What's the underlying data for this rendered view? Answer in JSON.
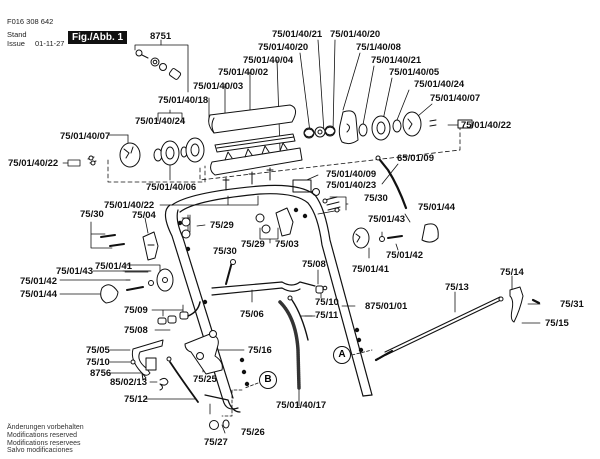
{
  "header": {
    "doc_number": "F016 308 642",
    "stand_label": "Stand",
    "issue_label": "Issue",
    "issue_date": "01-11-27",
    "figure_label": "Fig./Abb. 1"
  },
  "notes": [
    "Änderungen vorbehalten",
    "Modifications reserved",
    "Modifications reservees",
    "Salvo modificaciones"
  ],
  "callouts": [
    "A",
    "B"
  ],
  "part_labels": [
    {
      "id": "8751",
      "text": "8751"
    },
    {
      "id": "75-01-40-18-top",
      "text": "75/01/40/18"
    },
    {
      "id": "75-01-40-03",
      "text": "75/01/40/03"
    },
    {
      "id": "75-01-40-02",
      "text": "75/01/40/02"
    },
    {
      "id": "75-01-40-04",
      "text": "75/01/40/04"
    },
    {
      "id": "75-01-40-20-a",
      "text": "75/01/40/20"
    },
    {
      "id": "75-01-40-21-a",
      "text": "75/01/40/21"
    },
    {
      "id": "75-01-40-20-b",
      "text": "75/01/40/20"
    },
    {
      "id": "75-1-40-08",
      "text": "75/1/40/08"
    },
    {
      "id": "75-01-40-21-b",
      "text": "75/01/40/21"
    },
    {
      "id": "75-01-40-05",
      "text": "75/01/40/05"
    },
    {
      "id": "75-01-40-24-r",
      "text": "75/01/40/24"
    },
    {
      "id": "75-01-40-07-r",
      "text": "75/01/40/07"
    },
    {
      "id": "75-01-40-22-r",
      "text": "75/01/40/22"
    },
    {
      "id": "75-01-40-24-l",
      "text": "75/01/40/24"
    },
    {
      "id": "75-01-40-07-l",
      "text": "75/01/40/07"
    },
    {
      "id": "75-01-40-22-l",
      "text": "75/01/40/22"
    },
    {
      "id": "75-01-40-06",
      "text": "75/01/40/06"
    },
    {
      "id": "75-01-40-22-m",
      "text": "75/01/40/22"
    },
    {
      "id": "65-01-09",
      "text": "65/01/09"
    },
    {
      "id": "75-01-40-09",
      "text": "75/01/40/09"
    },
    {
      "id": "75-01-40-23",
      "text": "75/01/40/23"
    },
    {
      "id": "75-30-r",
      "text": "75/30"
    },
    {
      "id": "75-01-44-r",
      "text": "75/01/44"
    },
    {
      "id": "75-01-43-r",
      "text": "75/01/43"
    },
    {
      "id": "75-01-42-r",
      "text": "75/01/42"
    },
    {
      "id": "75-01-41-r",
      "text": "75/01/41"
    },
    {
      "id": "75-30-l",
      "text": "75/30"
    },
    {
      "id": "75-04",
      "text": "75/04"
    },
    {
      "id": "75-29-a",
      "text": "75/29"
    },
    {
      "id": "75-29-b",
      "text": "75/29"
    },
    {
      "id": "75-03",
      "text": "75/03"
    },
    {
      "id": "75-30-m",
      "text": "75/30"
    },
    {
      "id": "75-01-41-l",
      "text": "75/01/41"
    },
    {
      "id": "75-01-43-l",
      "text": "75/01/43"
    },
    {
      "id": "75-01-42-l",
      "text": "75/01/42"
    },
    {
      "id": "75-01-44-l",
      "text": "75/01/44"
    },
    {
      "id": "75-09",
      "text": "75/09"
    },
    {
      "id": "75-08-l",
      "text": "75/08"
    },
    {
      "id": "75-08-r",
      "text": "75/08"
    },
    {
      "id": "75-10-r",
      "text": "75/10"
    },
    {
      "id": "75-11",
      "text": "75/11"
    },
    {
      "id": "875-01-01",
      "text": "875/01/01"
    },
    {
      "id": "75-06",
      "text": "75/06"
    },
    {
      "id": "75-13",
      "text": "75/13"
    },
    {
      "id": "75-14",
      "text": "75/14"
    },
    {
      "id": "75-31",
      "text": "75/31"
    },
    {
      "id": "75-15",
      "text": "75/15"
    },
    {
      "id": "75-05",
      "text": "75/05"
    },
    {
      "id": "75-10-l",
      "text": "75/10"
    },
    {
      "id": "8756",
      "text": "8756"
    },
    {
      "id": "85-02-13",
      "text": "85/02/13"
    },
    {
      "id": "75-12",
      "text": "75/12"
    },
    {
      "id": "75-25",
      "text": "75/25"
    },
    {
      "id": "75-16",
      "text": "75/16"
    },
    {
      "id": "75-27",
      "text": "75/27"
    },
    {
      "id": "75-26",
      "text": "75/26"
    },
    {
      "id": "75-01-40-17",
      "text": "75/01/40/17"
    }
  ]
}
